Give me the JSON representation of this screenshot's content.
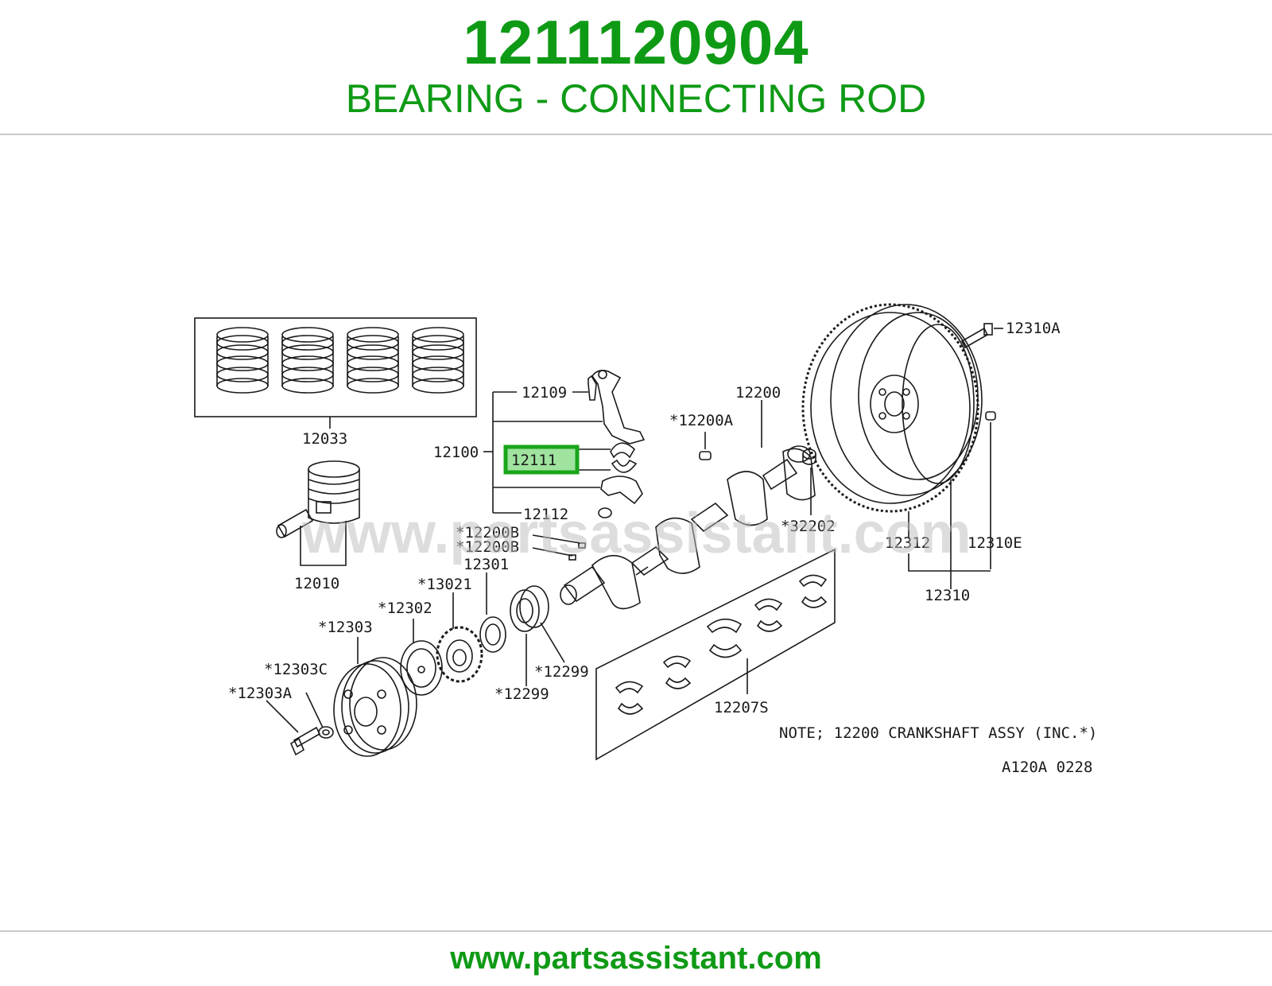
{
  "header": {
    "part_number": "1211120904",
    "description": "BEARING - CONNECTING ROD"
  },
  "diagram": {
    "highlighted_part": "12111",
    "watermark": "www.partsassistant.com",
    "note": "NOTE; 12200 CRANKSHAFT ASSY (INC.*)",
    "code": "A120A 0228",
    "labels": {
      "p12033": "12033",
      "p12010": "12010",
      "p12109": "12109",
      "p12100": "12100",
      "p12111": "12111",
      "p12112": "12112",
      "p12200": "12200",
      "p12200a": "*12200A",
      "p12200b_1": "*12200B",
      "p12200b_2": "*12200B",
      "p12301": "12301",
      "p13021": "*13021",
      "p12302": "*12302",
      "p12303": "*12303",
      "p12303c": "*12303C",
      "p12303a": "*12303A",
      "p12299_1": "*12299",
      "p12299_2": "*12299",
      "p32202": "*32202",
      "p12310a": "12310A",
      "p12312": "12312",
      "p12310e": "12310E",
      "p12310": "12310",
      "p12207s": "12207S"
    },
    "colors": {
      "highlight_border": "#1aa51a",
      "highlight_fill": "#9fe39f",
      "line": "#1a1a1a"
    }
  },
  "footer": {
    "url": "www.partsassistant.com"
  }
}
